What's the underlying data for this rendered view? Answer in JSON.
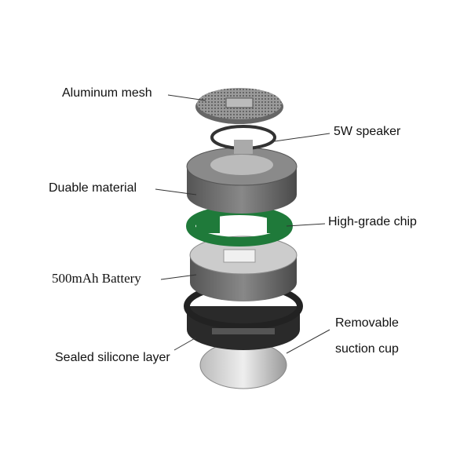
{
  "labels": {
    "aluminum_mesh": "Aluminum mesh",
    "speaker": "5W speaker",
    "material": "Duable material",
    "chip": "High-grade chip",
    "battery": "500mAh Battery",
    "suction_line1": "Removable",
    "suction_line2": "suction cup",
    "silicone": "Sealed silicone layer"
  },
  "colors": {
    "chip_green": "#1f7a3a",
    "body_gray": "#6f6f6f",
    "silicone_black": "#2a2a2a"
  }
}
